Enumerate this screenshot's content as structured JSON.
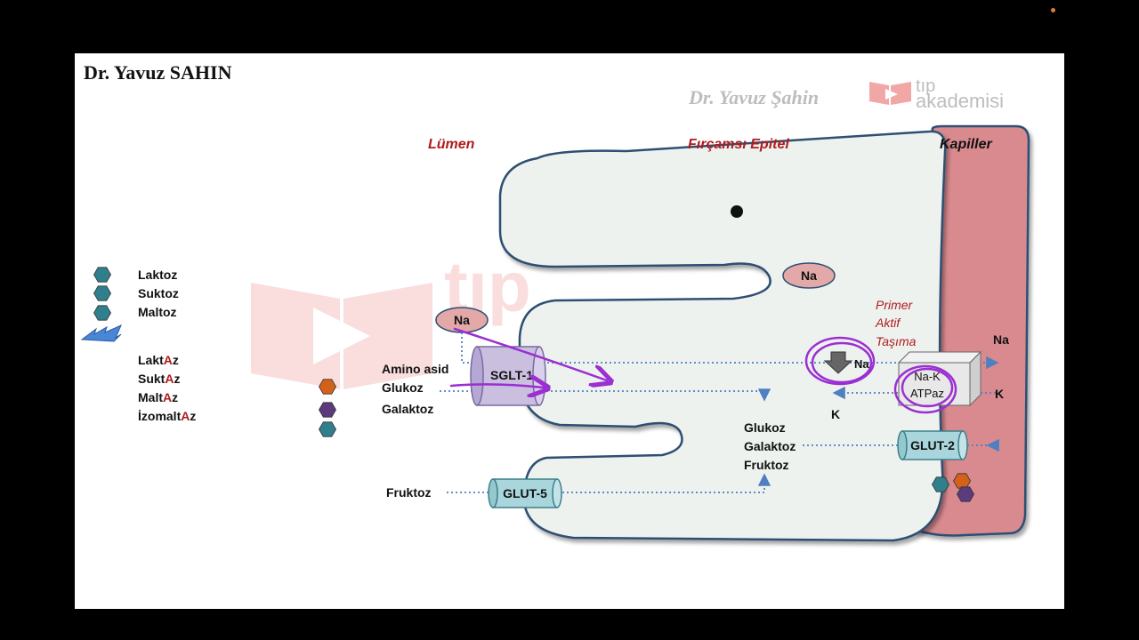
{
  "author_heading": "Dr. Yavuz SAHIN",
  "watermark": {
    "signature": "Dr. Yavuz Şahin",
    "brand_line1": "tıp",
    "brand_line2": "akademisi"
  },
  "region_labels": {
    "lumen": "Lümen",
    "epithelium": "Fırçamsı Epitel",
    "capillary": "Kapiller"
  },
  "legend": {
    "disaccharides": [
      "Laktoz",
      "Suktoz",
      "Maltoz"
    ],
    "enzymes": [
      {
        "pre": "Lakt",
        "accent": "A",
        "post": "z"
      },
      {
        "pre": "Sukt",
        "accent": "A",
        "post": "z"
      },
      {
        "pre": "Malt",
        "accent": "A",
        "post": "z"
      },
      {
        "pre": "İzomalt",
        "accent": "A",
        "post": "z"
      }
    ]
  },
  "substrates_lumen": [
    "Amino asid",
    "Glukoz",
    "Galaktoz"
  ],
  "fructose_label": "Fruktoz",
  "transporters": {
    "sglt1": "SGLT-1",
    "glut5": "GLUT-5",
    "glut2": "GLUT-2",
    "pump_line1": "Na-K",
    "pump_line2": "ATPaz"
  },
  "ions": {
    "na": "Na",
    "k": "K"
  },
  "cytosol_sugars": [
    "Glukoz",
    "Galaktoz",
    "Fruktoz"
  ],
  "primary_active": [
    "Primer",
    "Aktif",
    "Taşıma"
  ],
  "colors": {
    "teal_hex": "#2f7f8c",
    "orange_hex": "#d4611a",
    "purple_hex": "#5b3b7c",
    "accent_red": "#b01c1c",
    "capillary": "#d98a8f",
    "cell_fill": "#eef2ef",
    "cell_stroke": "#2d4f72",
    "annotation_purple": "#9b2fd1"
  }
}
